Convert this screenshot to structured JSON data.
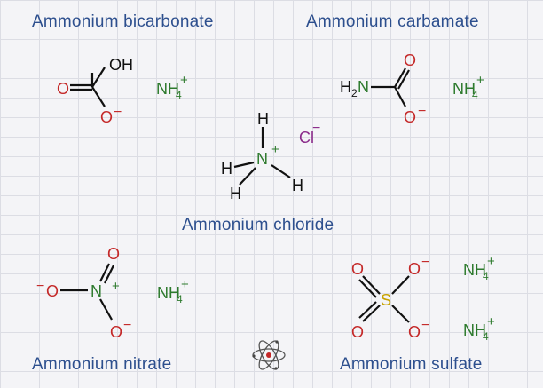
{
  "titles": {
    "bicarbonate": "Ammonium bicarbonate",
    "carbamate": "Ammonium carbamate",
    "chloride": "Ammonium chloride",
    "nitrate": "Ammonium nitrate",
    "sulfate": "Ammonium sulfate"
  },
  "atoms": {
    "O": "O",
    "OH": "OH",
    "N": "N",
    "H": "H",
    "H2": "H",
    "H2_sub": "2",
    "Cl": "Cl",
    "S": "S",
    "NH": "NH",
    "NH_sub": "4"
  },
  "charges": {
    "plus": "+",
    "minus": "−"
  },
  "colors": {
    "title": "#2d4f8e",
    "oxygen": "#c42828",
    "nitrogen": "#2d7a2d",
    "chlorine": "#8a2a8a",
    "sulfur": "#c8a200",
    "bond": "#111111",
    "background": "#f4f4f7",
    "grid": "#dcdde4"
  },
  "icons": [
    "atom-logo-icon"
  ]
}
